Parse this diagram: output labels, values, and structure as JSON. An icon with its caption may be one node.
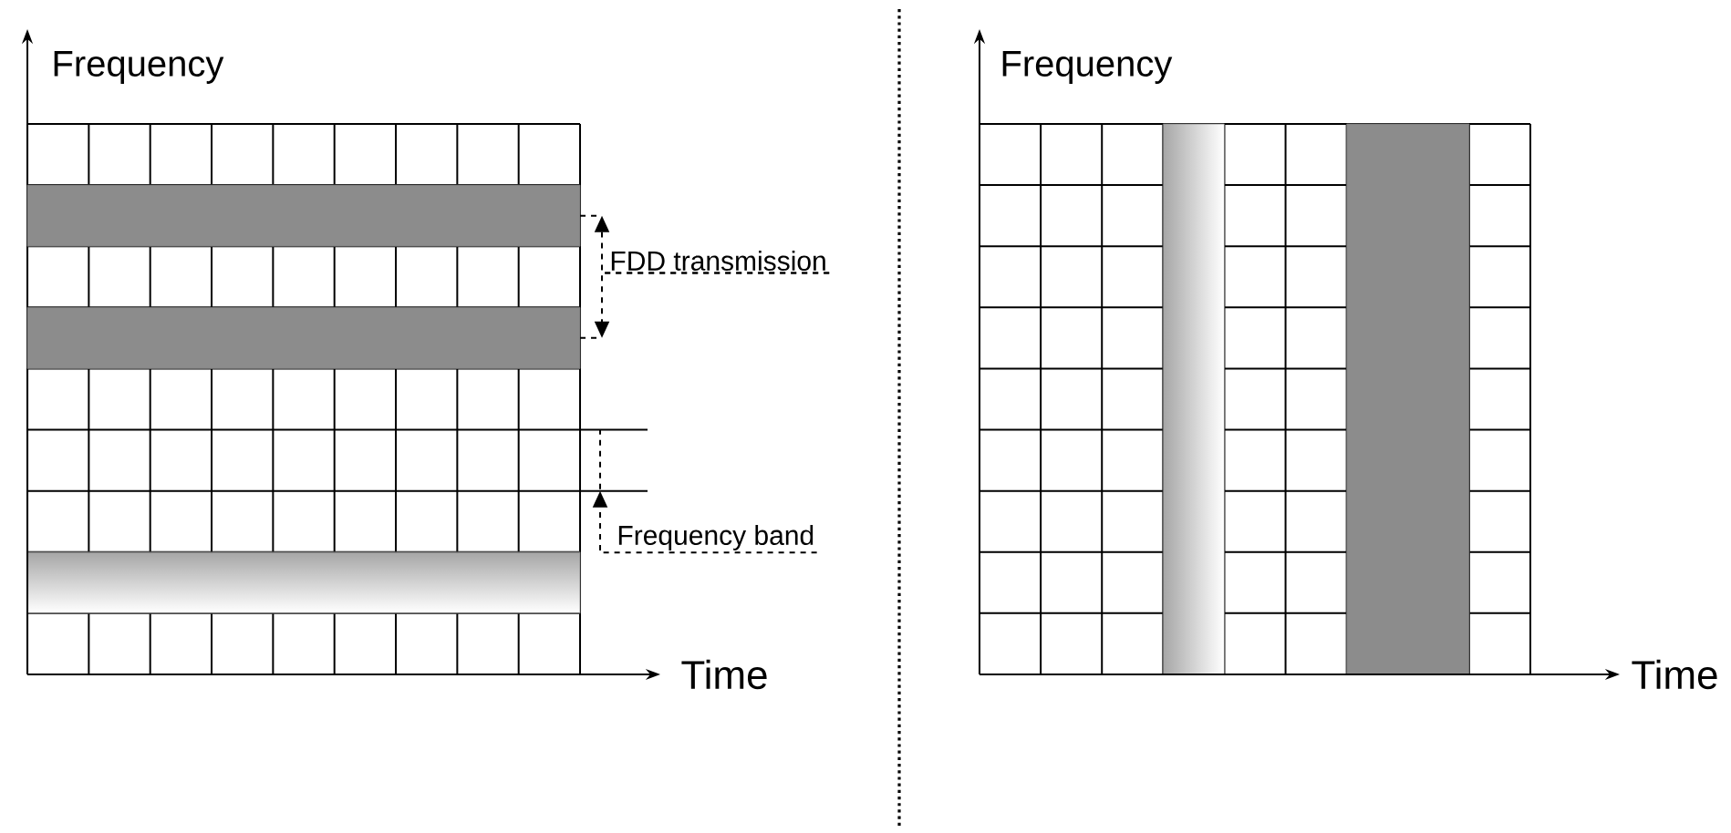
{
  "diagram": {
    "nodes": [
      {
        "text": [
          "FDD transmission"
        ]
      },
      {
        "text": [],
        "shape": "bar"
      },
      {
        "text": [],
        "shape": "bar"
      },
      {
        "text": [
          "Frequency band"
        ]
      }
    ],
    "edges": [
      {
        "from": 0,
        "to": 1,
        "arrow": "to",
        "style": "dashed"
      },
      {
        "from": 0,
        "to": 2,
        "arrow": "to",
        "style": "dashed"
      },
      {
        "from": 3,
        "to": null,
        "arrow": "to",
        "style": "dashed"
      }
    ],
    "labels": [
      "Frequency",
      "Frequency",
      "Time",
      "Time"
    ]
  }
}
